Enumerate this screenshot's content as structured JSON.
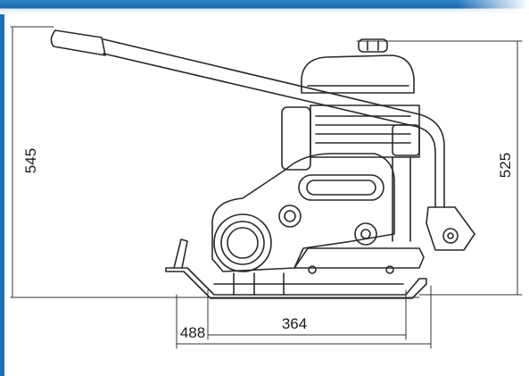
{
  "diagram": {
    "dimensions": {
      "total_height": "545",
      "engine_height": "525",
      "base_width": "488",
      "plate_width": "364"
    }
  },
  "colors": {
    "frame_accent": "#1f6fb4",
    "line": "#2a2a2a"
  }
}
